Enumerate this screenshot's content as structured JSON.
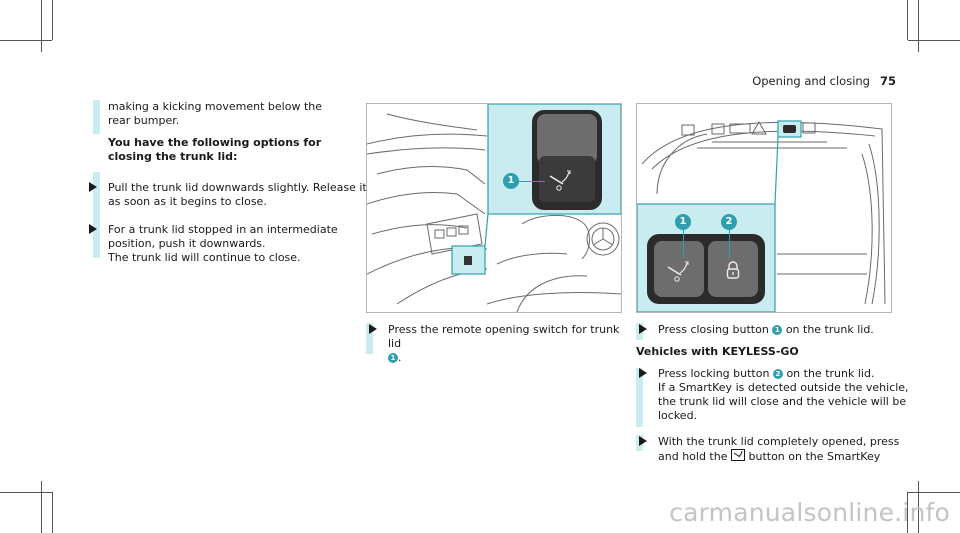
{
  "header": {
    "section_title": "Opening and closing",
    "page_number": "75"
  },
  "col1": {
    "continuation": "making a kicking movement below the rear bumper.",
    "heading": "You have the following options for closing the trunk lid:",
    "steps": [
      "Pull the trunk lid downwards slightly. Release it as soon as it begins to close.",
      "For a trunk lid stopped in an intermediate position, push it downwards.",
      "The trunk lid will continue to close."
    ]
  },
  "col2": {
    "figure": {
      "callout_1": "1"
    },
    "step": {
      "text": "Press the remote opening switch for trunk lid",
      "ref": "1",
      "end": "."
    }
  },
  "col3": {
    "figure": {
      "callout_1": "1",
      "callout_2": "2"
    },
    "step1": {
      "before": "Press closing button",
      "ref": "1",
      "after": "on the trunk lid."
    },
    "heading": "Vehicles with KEYLESS-GO",
    "step2": {
      "before": "Press locking button",
      "ref": "2",
      "after": "on the trunk lid.",
      "line2": "If a SmartKey is detected outside the vehicle, the trunk lid will close and the vehicle will be locked."
    },
    "step3": {
      "before": "With the trunk lid completely opened, press and hold the",
      "after": "button on the SmartKey"
    }
  },
  "watermark": "carmanualsonline.info",
  "colors": {
    "accent": "#2f9fb0",
    "highlight": "#c9ecf0"
  },
  "icons": [
    "trunk-close-icon",
    "lock-icon",
    "trunk-key-icon"
  ]
}
